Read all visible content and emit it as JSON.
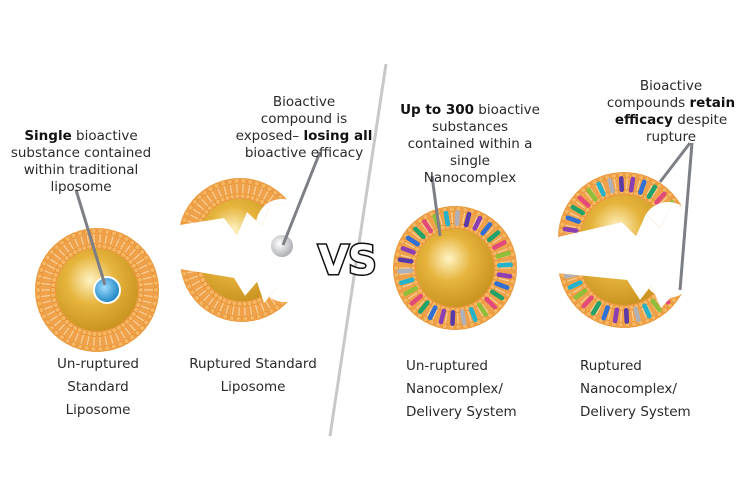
{
  "colors": {
    "core": "#d9a92c",
    "bilayer": "#f0a24a",
    "tail": "#f7c98f",
    "blue": "#2b9fd9",
    "divider": "#c8c8c8",
    "pointer": "#7d7f86"
  },
  "labels": {
    "single": {
      "bold": "Single",
      "rest1": " bioactive",
      "line2": "substance contained",
      "line3": "within traditional",
      "line4": "liposome"
    },
    "exposed": {
      "line1": "Bioactive",
      "line2": "compound is",
      "line3a": "exposed– ",
      "line3b": "losing all",
      "line4": "bioactive efficacy"
    },
    "upto": {
      "bold": "Up to 300",
      "rest1": " bioactive",
      "line2": "substances",
      "line3": "contained within a",
      "line4": "single",
      "line5": "Nanocomplex"
    },
    "retain": {
      "line1": "Bioactive",
      "line2a": "compounds ",
      "line2b": "retain",
      "line3b": "efficacy",
      "line3a": " despite",
      "line4": "rupture"
    }
  },
  "vs_text": "VS",
  "captions": {
    "c1": [
      "Un-ruptured",
      "Standard",
      "Liposome"
    ],
    "c2": [
      "Ruptured Standard",
      "Liposome"
    ],
    "c3": [
      "Un-ruptured",
      "Nanocomplex/",
      "Delivery System"
    ],
    "c4": [
      "Ruptured",
      "Nanocomplex/",
      "Delivery System"
    ]
  }
}
